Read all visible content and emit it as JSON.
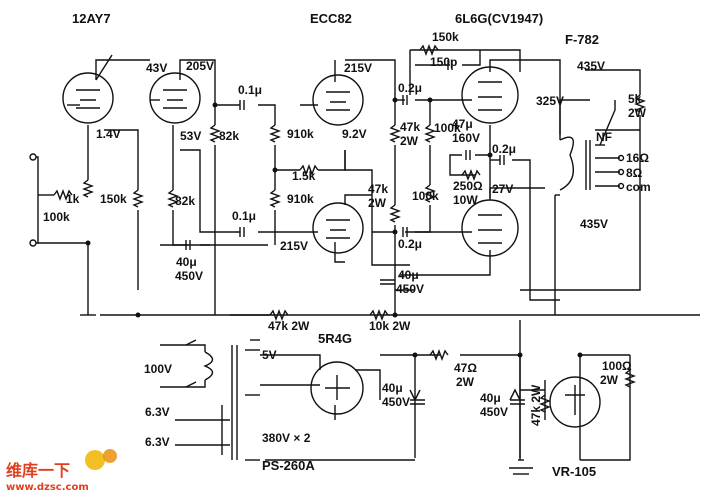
{
  "tubes": {
    "v1": "12AY7",
    "v2": "ECC82",
    "v3": "6L6G(CV1947)",
    "rect": "5R4G",
    "reg": "VR-105"
  },
  "transformers": {
    "output": "F-782",
    "power": "PS-260A"
  },
  "voltages": {
    "v43": "43V",
    "v205": "205V",
    "v14": "1.4V",
    "v53": "53V",
    "v215a": "215V",
    "v92": "9.2V",
    "v215b": "215V",
    "v435a": "435V",
    "v325": "325V",
    "v27": "27V",
    "v435b": "435V"
  },
  "components": {
    "r150k_fb": "150k",
    "c150p": "150p",
    "c01a": "0.1μ",
    "c01b": "0.1μ",
    "r82k_a": "82k",
    "r82k_b": "82k",
    "r910k_a": "910k",
    "r910k_b": "910k",
    "r15k": "1.5k",
    "r1k": "1k",
    "r100k_in": "100k",
    "r150k": "150k",
    "c40_450a": "40μ",
    "c40_450a_v": "450V",
    "c02a": "0.2μ",
    "c02b": "0.2μ",
    "c02c": "0.2μ",
    "r47k2w_a": "47k",
    "r47k2w_a_w": "2W",
    "r47k2w_b": "47k",
    "r47k2w_b_w": "2W",
    "r100k_a": "100k",
    "r100k_b": "100k",
    "c47_160": "47μ",
    "c47_160_v": "160V",
    "r250": "250Ω",
    "r250_w": "10W",
    "r5k": "5k",
    "r5k_w": "2W",
    "c40_450b": "40μ",
    "c40_450b_v": "450V",
    "r47k2w_c": "47k 2W",
    "r10k2w": "10k 2W",
    "r47ohm": "47Ω",
    "r47ohm_w": "2W",
    "c40_450c": "40μ",
    "c40_450c_v": "450V",
    "c40_450d": "40μ",
    "c40_450d_v": "450V",
    "r47k2w_d": "47k 2W",
    "r100ohm": "100Ω",
    "r100ohm_w": "2W"
  },
  "taps": {
    "nf": "NF",
    "t16": "16Ω",
    "t8": "8Ω",
    "tcom": "com"
  },
  "power": {
    "p100v": "100V",
    "p63a": "6.3V",
    "p63b": "6.3V",
    "p5v": "5V",
    "p380": "380V × 2"
  },
  "watermark": {
    "cn": "维库一下",
    "url": "www.dzsc.com"
  }
}
